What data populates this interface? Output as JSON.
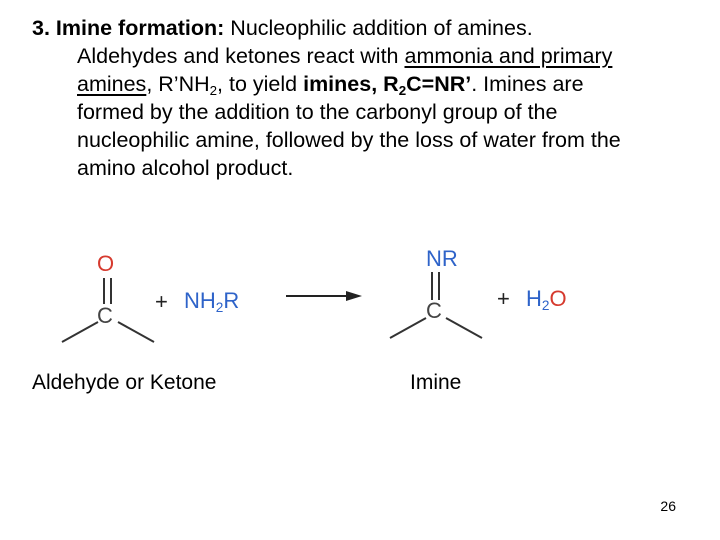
{
  "heading": {
    "number_title": "3. Imine formation:",
    "subtitle": " Nucleophilic addition of amines."
  },
  "body": {
    "t1": "Aldehydes and ketones react with ",
    "link1": "ammonia and primary",
    "link2": "amines",
    "t2": ", R’NH",
    "sub1": "2",
    "t3": ", to yield ",
    "bold1": "imines, R",
    "bold_sub": "2",
    "bold2": "C=NR’",
    "t4": ".  Imines are",
    "line4": "formed by the addition to the carbonyl group of the",
    "line5": "nucleophilic amine, followed by the loss of water from the",
    "line6": "amino alcohol product."
  },
  "reaction": {
    "reactant": {
      "top_atom": "O",
      "center_atom": "C"
    },
    "plus1": "+",
    "amine": {
      "main": "NH",
      "sub": "2",
      "tail": "R"
    },
    "product": {
      "top_atom": "NR",
      "center_atom": "C"
    },
    "plus2": "+",
    "water": {
      "main": "H",
      "sub": "2",
      "tail": "O"
    }
  },
  "captions": {
    "left": "Aldehyde or Ketone",
    "right": "Imine"
  },
  "page_number": "26",
  "colors": {
    "oxygen": "#d63a2e",
    "nitrogen": "#2e63c9",
    "bond": "#333333"
  }
}
